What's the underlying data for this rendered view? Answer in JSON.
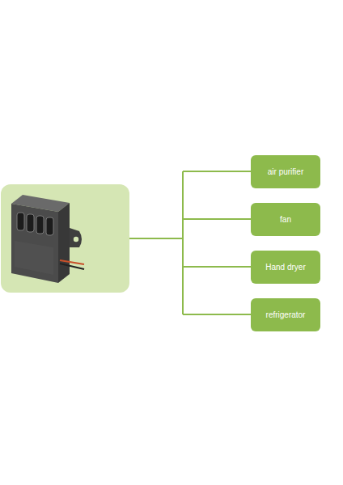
{
  "diagram": {
    "nodes": [
      {
        "text": [
          "air purifier"
        ]
      },
      {
        "text": [
          "fan"
        ]
      },
      {
        "text": [
          "Hand dryer"
        ]
      },
      {
        "text": [
          "refrigerator"
        ]
      }
    ]
  }
}
